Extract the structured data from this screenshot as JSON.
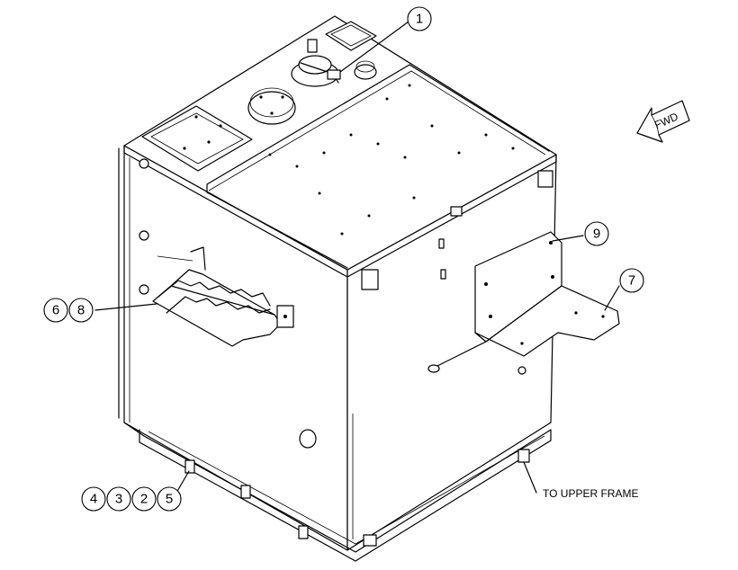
{
  "callouts": {
    "c1": "1",
    "c9": "9",
    "c7": "7",
    "c6": "6",
    "c8": "8",
    "c4": "4",
    "c3": "3",
    "c2": "2",
    "c5": "5"
  },
  "labels": {
    "fwd": "FWD",
    "upper_frame": "TO UPPER FRAME"
  },
  "colors": {
    "line": "#000000",
    "background": "#ffffff"
  }
}
